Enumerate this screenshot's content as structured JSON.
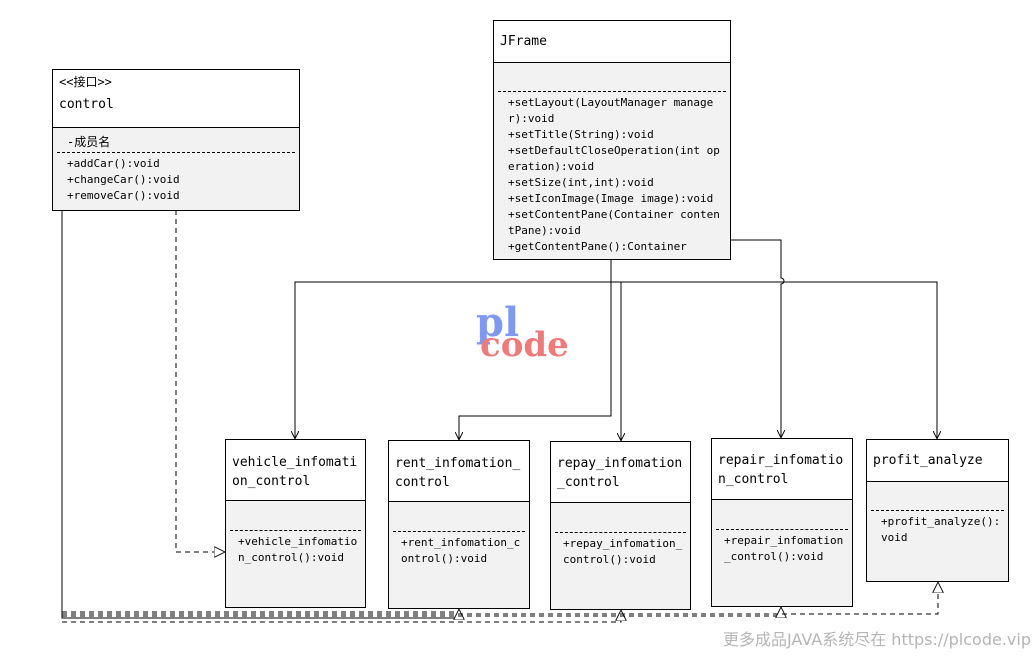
{
  "classes": {
    "control": {
      "stereotype": "<<接口>>",
      "name": "control",
      "attribute": "-成员名",
      "operations": [
        "+addCar():void",
        "+changeCar():void",
        "+removeCar():void"
      ]
    },
    "jframe": {
      "name": "JFrame",
      "operations": [
        "+setLayout(LayoutManager manager):void",
        "+setTitle(String):void",
        "+setDefaultCloseOperation(int operation):void",
        "+setSize(int,int):void",
        "+setIconImage(Image image):void",
        "+setContentPane(Container contentPane):void",
        "+getContentPane():Container"
      ]
    },
    "vehicle": {
      "name": "vehicle_infomation_control",
      "operations": [
        "+vehicle_infomation_control():void"
      ]
    },
    "rent": {
      "name": "rent_infomation_control",
      "operations": [
        "+rent_infomation_control():void"
      ]
    },
    "repay": {
      "name": "repay_infomation_control",
      "operations": [
        "+repay_infomation_control():void"
      ]
    },
    "repair": {
      "name": "repair_infomation_control",
      "operations": [
        "+repair_infomation_control():void"
      ]
    },
    "profit": {
      "name": "profit_analyze",
      "operations": [
        "+profit_analyze():void"
      ]
    }
  },
  "watermark": {
    "line1": "pl",
    "line2": "code"
  },
  "footer": "更多成品JAVA系统尽在 https://plcode.vip",
  "colors": {
    "line": "#000000",
    "class_fill": "#f2f2f2",
    "watermark_blue": "#7f98f2",
    "watermark_red": "#f07a7a",
    "footer": "#b5b5b5"
  }
}
